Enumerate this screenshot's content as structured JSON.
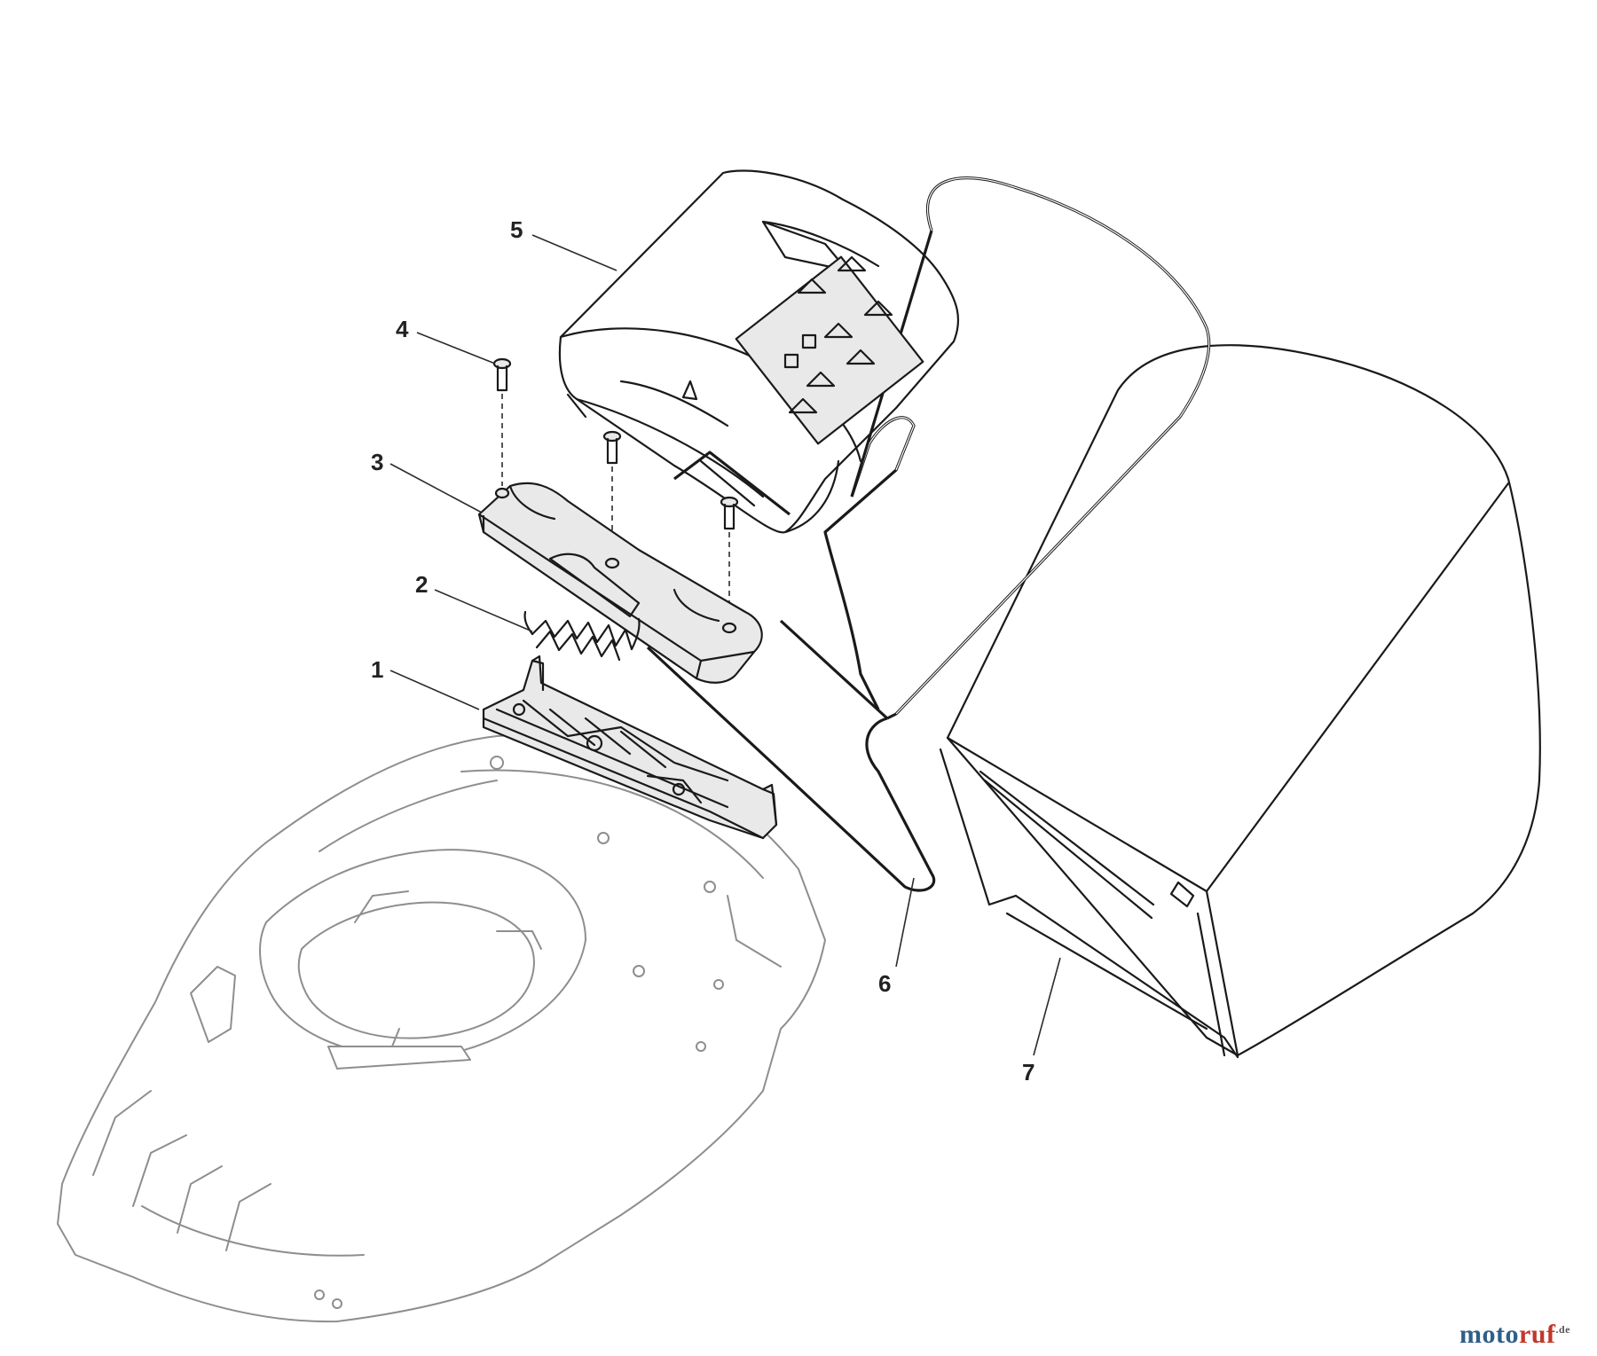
{
  "diagram": {
    "callouts": [
      {
        "id": "1",
        "label": "1"
      },
      {
        "id": "2",
        "label": "2"
      },
      {
        "id": "3",
        "label": "3"
      },
      {
        "id": "4",
        "label": "4"
      },
      {
        "id": "5",
        "label": "5"
      },
      {
        "id": "6",
        "label": "6"
      },
      {
        "id": "7",
        "label": "7"
      }
    ],
    "watermark": {
      "part1": "moto",
      "part2": "ruf",
      "part3": ".de"
    },
    "colors": {
      "ink": "#1a1a1a",
      "ghost": "#8e8e8e",
      "fill": "#e9e9e9",
      "watermark_blue": "#2f5f8a",
      "watermark_red": "#c0392b"
    }
  }
}
